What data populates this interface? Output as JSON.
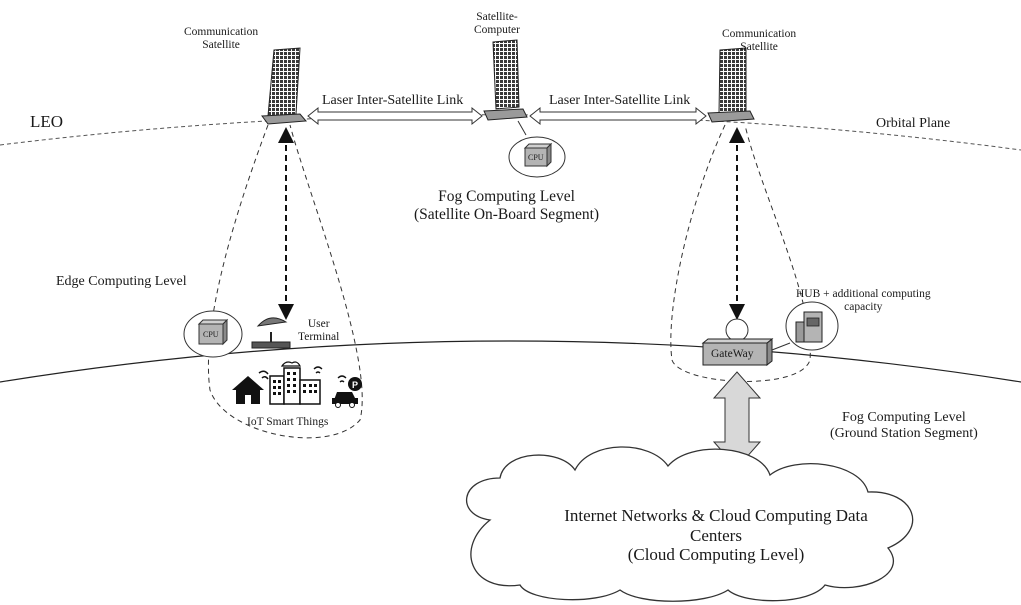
{
  "labels": {
    "leo": "LEO",
    "orbital_plane": "Orbital Plane",
    "sat_left_line1": "Communication",
    "sat_left_line2": "Satellite",
    "sat_mid_line1": "Satellite-",
    "sat_mid_line2": "Computer",
    "sat_right_line1": "Communication",
    "sat_right_line2": "Satellite",
    "isl_left": "Laser Inter-Satellite Link",
    "isl_right": "Laser Inter-Satellite Link",
    "cpu": "CPU",
    "fog_sat_line1": "Fog Computing Level",
    "fog_sat_line2": "(Satellite On-Board Segment)",
    "edge_level": "Edge Computing Level",
    "user_terminal_line1": "User",
    "user_terminal_line2": "Terminal",
    "iot": "IoT Smart Things",
    "hub_line1": "HUB + additional computing",
    "hub_line2": "capacity",
    "gateway": "GateWay",
    "fog_ground_line1": "Fog Computing Level",
    "fog_ground_line2": "(Ground Station Segment)",
    "cloud_line1": "Internet Networks & Cloud Computing Data",
    "cloud_line2": "Centers",
    "cloud_line3": "(Cloud Computing Level)"
  },
  "colors": {
    "panel_fill": "#4a4a4a",
    "box_gray": "#b4b4b4",
    "arrow_gray": "#d8d8d8",
    "stroke": "#2a2a2a"
  }
}
